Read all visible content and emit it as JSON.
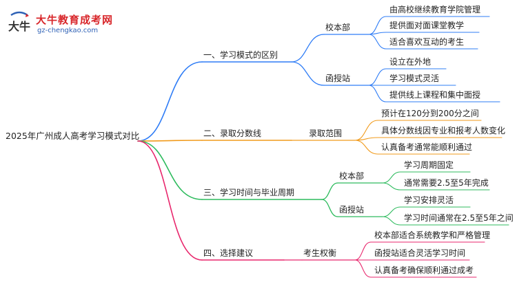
{
  "logo": {
    "title": "大牛教育成考网",
    "url": "gz-chengkao.com",
    "mark_text": "大牛",
    "colors": {
      "red": "#d8262a",
      "blue": "#2f62b6"
    }
  },
  "mindmap": {
    "root": "2025年广州成人高考学习模式对比",
    "branches": [
      {
        "label": "一、学习模式的区别",
        "color": "#2e7cf6",
        "children": [
          {
            "label": "校本部",
            "leaves": [
              "由高校继续教育学院管理",
              "提供面对面课堂教学",
              "适合喜欢互动的考生"
            ]
          },
          {
            "label": "函授站",
            "leaves": [
              "设立在外地",
              "学习模式灵活",
              "提供线上课程和集中面授"
            ]
          }
        ]
      },
      {
        "label": "二、录取分数线",
        "color": "#f19a1a",
        "children": [
          {
            "label": "录取范围",
            "leaves": [
              "预计在120分到200分之间",
              "具体分数线因专业和报考人数变化",
              "认真备考通常能顺利通过"
            ]
          }
        ]
      },
      {
        "label": "三、学习时间与毕业周期",
        "color": "#2dbb5d",
        "children": [
          {
            "label": "校本部",
            "leaves": [
              "学习周期固定",
              "通常需要2.5至5年完成"
            ]
          },
          {
            "label": "函授站",
            "leaves": [
              "学习安排灵活",
              "学习时间通常在2.5至5年之间"
            ]
          }
        ]
      },
      {
        "label": "四、选择建议",
        "color": "#e8266c",
        "children": [
          {
            "label": "考生权衡",
            "leaves": [
              "校本部适合系统教学和严格管理",
              "函授站适合灵活学习时间",
              "认真备考确保顺利通过成考"
            ]
          }
        ]
      }
    ]
  }
}
